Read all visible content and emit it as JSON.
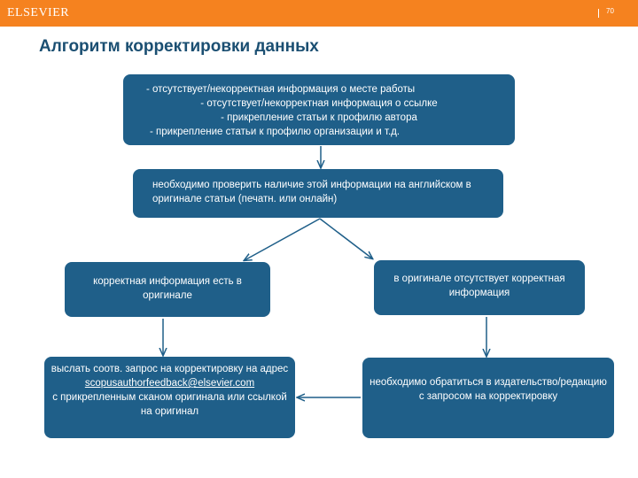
{
  "header": {
    "logo_text": "ELSEVIER",
    "page_number": "70",
    "brand_color": "#f5821f"
  },
  "title": "Алгоритм корректировки данных",
  "colors": {
    "box_fill": "#1f5f89",
    "box_text": "#ffffff",
    "title_text": "#1b4f72",
    "arrow": "#1f5f89"
  },
  "diagram": {
    "top_box": {
      "lines": [
        "- отсутствует/некорректная информация о месте работы",
        "- отсутствует/некорректная информация о ссылке",
        "- прикрепление статьи к профилю автора",
        "- прикрепление статьи к профилю организации и т.д."
      ]
    },
    "check_box": {
      "text": "необходимо проверить наличие этой информации на английском в оригинале статьи (печатн. или онлайн)"
    },
    "correct_box": {
      "text": "корректная информация есть в оригинале"
    },
    "absent_box": {
      "text": "в оригинале отсутствует корректная информация"
    },
    "send_box": {
      "text_before": "выслать соотв. запрос на корректировку на адрес",
      "email": "scopusauthorfeedback@elsevier.com",
      "text_after": "с прикрепленным сканом оригинала или ссылкой на оригинал"
    },
    "publisher_box": {
      "text": "необходимо обратиться в издательство/редакцию с запросом на корректировку"
    }
  }
}
